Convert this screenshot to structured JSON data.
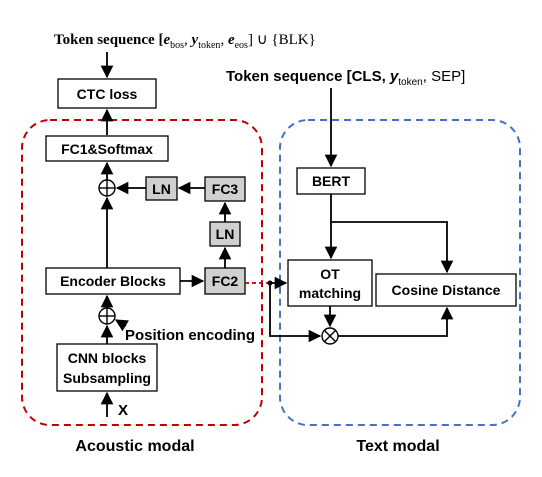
{
  "top_label": {
    "prefix": "Token sequence [",
    "e_bos": "e",
    "bos_sub": "bos",
    "y_token": "y",
    "token_sub": "token",
    "e_eos": "e",
    "eos_sub": "eos",
    "suffix": "] ∪ {BLK}"
  },
  "bert_label": {
    "prefix": "Token sequence [CLS, ",
    "y": "y",
    "sub": "token",
    "suffix": ", SEP]"
  },
  "boxes": {
    "ctc": "CTC loss",
    "fc1": "FC1&Softmax",
    "ln1": "LN",
    "fc3": "FC3",
    "ln2": "LN",
    "encoder": "Encoder Blocks",
    "fc2": "FC2",
    "cnn_line1": "CNN blocks",
    "cnn_line2": "Subsampling",
    "bert": "BERT",
    "ot_line1": "OT",
    "ot_line2": "matching",
    "cosine": "Cosine Distance"
  },
  "annotations": {
    "position_encoding": "Position encoding",
    "input": "X"
  },
  "regions": {
    "acoustic": "Acoustic modal",
    "text": "Text modal"
  },
  "colors": {
    "acoustic_border": "#c00000",
    "text_border": "#4472c4",
    "gray_box": "#d0d0d0",
    "line": "#000000"
  }
}
